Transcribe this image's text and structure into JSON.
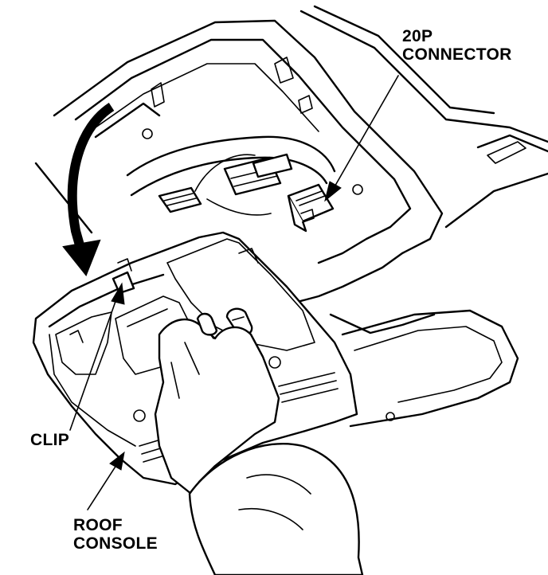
{
  "labels": {
    "connector_line1": "20P",
    "connector_line2": "CONNECTOR",
    "clip": "CLIP",
    "console_line1": "ROOF",
    "console_line2": "CONSOLE"
  }
}
